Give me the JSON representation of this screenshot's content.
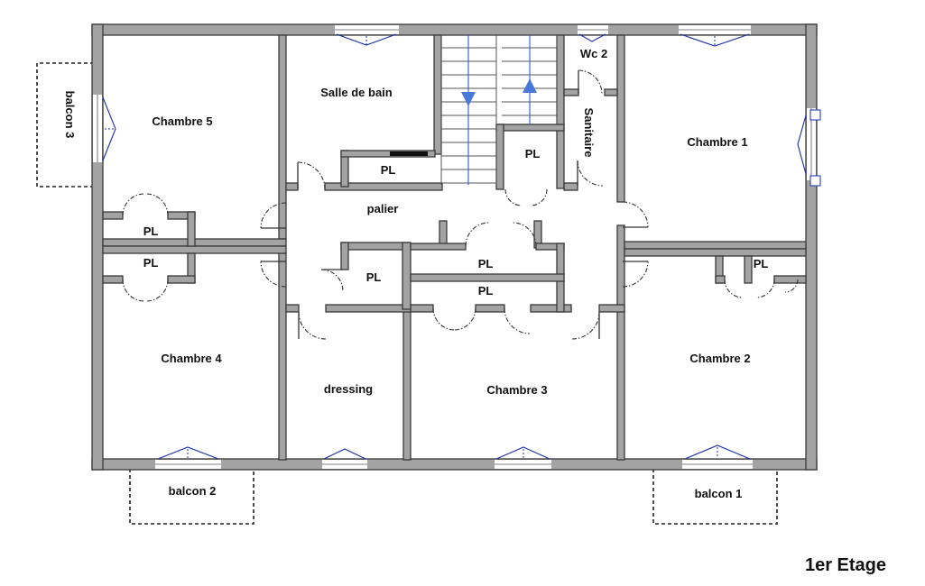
{
  "plan": {
    "title": "1er Etage",
    "rooms": {
      "chambre_1": "Chambre 1",
      "chambre_2": "Chambre 2",
      "chambre_3": "Chambre 3",
      "chambre_4": "Chambre 4",
      "chambre_5": "Chambre 5",
      "salle_de_bain": "Salle de bain",
      "wc": "Wc 2",
      "sanitaire": "Sanitaire",
      "palier": "palier",
      "dressing": "dressing"
    },
    "closets": {
      "pl_bath": "PL",
      "pl_stair": "PL",
      "pl_west_upper": "PL",
      "pl_west_lower": "PL",
      "pl_center_small": "PL",
      "pl_center_upper": "PL",
      "pl_center_lower": "PL",
      "pl_east": "PL"
    },
    "balconies": {
      "balcon_1": "balcon 1",
      "balcon_2": "balcon 2",
      "balcon_3": "balcon 3"
    },
    "colors": {
      "wall_fill": "#a3a3a3",
      "window": "#1a2fa8",
      "stair_arrow": "#4a78d8"
    }
  }
}
